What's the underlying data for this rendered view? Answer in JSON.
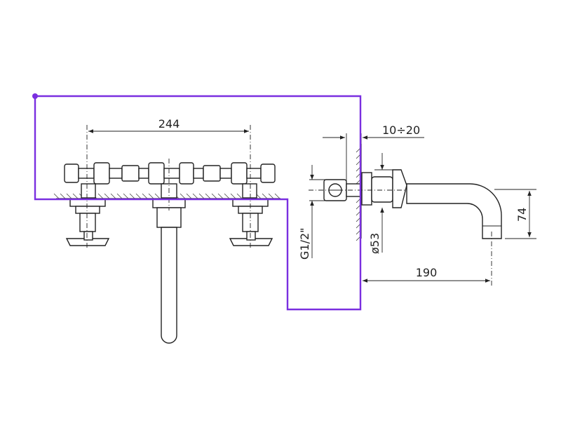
{
  "dimensions": {
    "handle_spacing": "244",
    "wall_gap": "10÷20",
    "thread": "G1/2\"",
    "flange_diameter": "ø53",
    "spout_projection": "190",
    "spout_height": "74"
  },
  "colors": {
    "line": "#222222",
    "highlight": "#7a2fe0",
    "background": "#ffffff"
  }
}
